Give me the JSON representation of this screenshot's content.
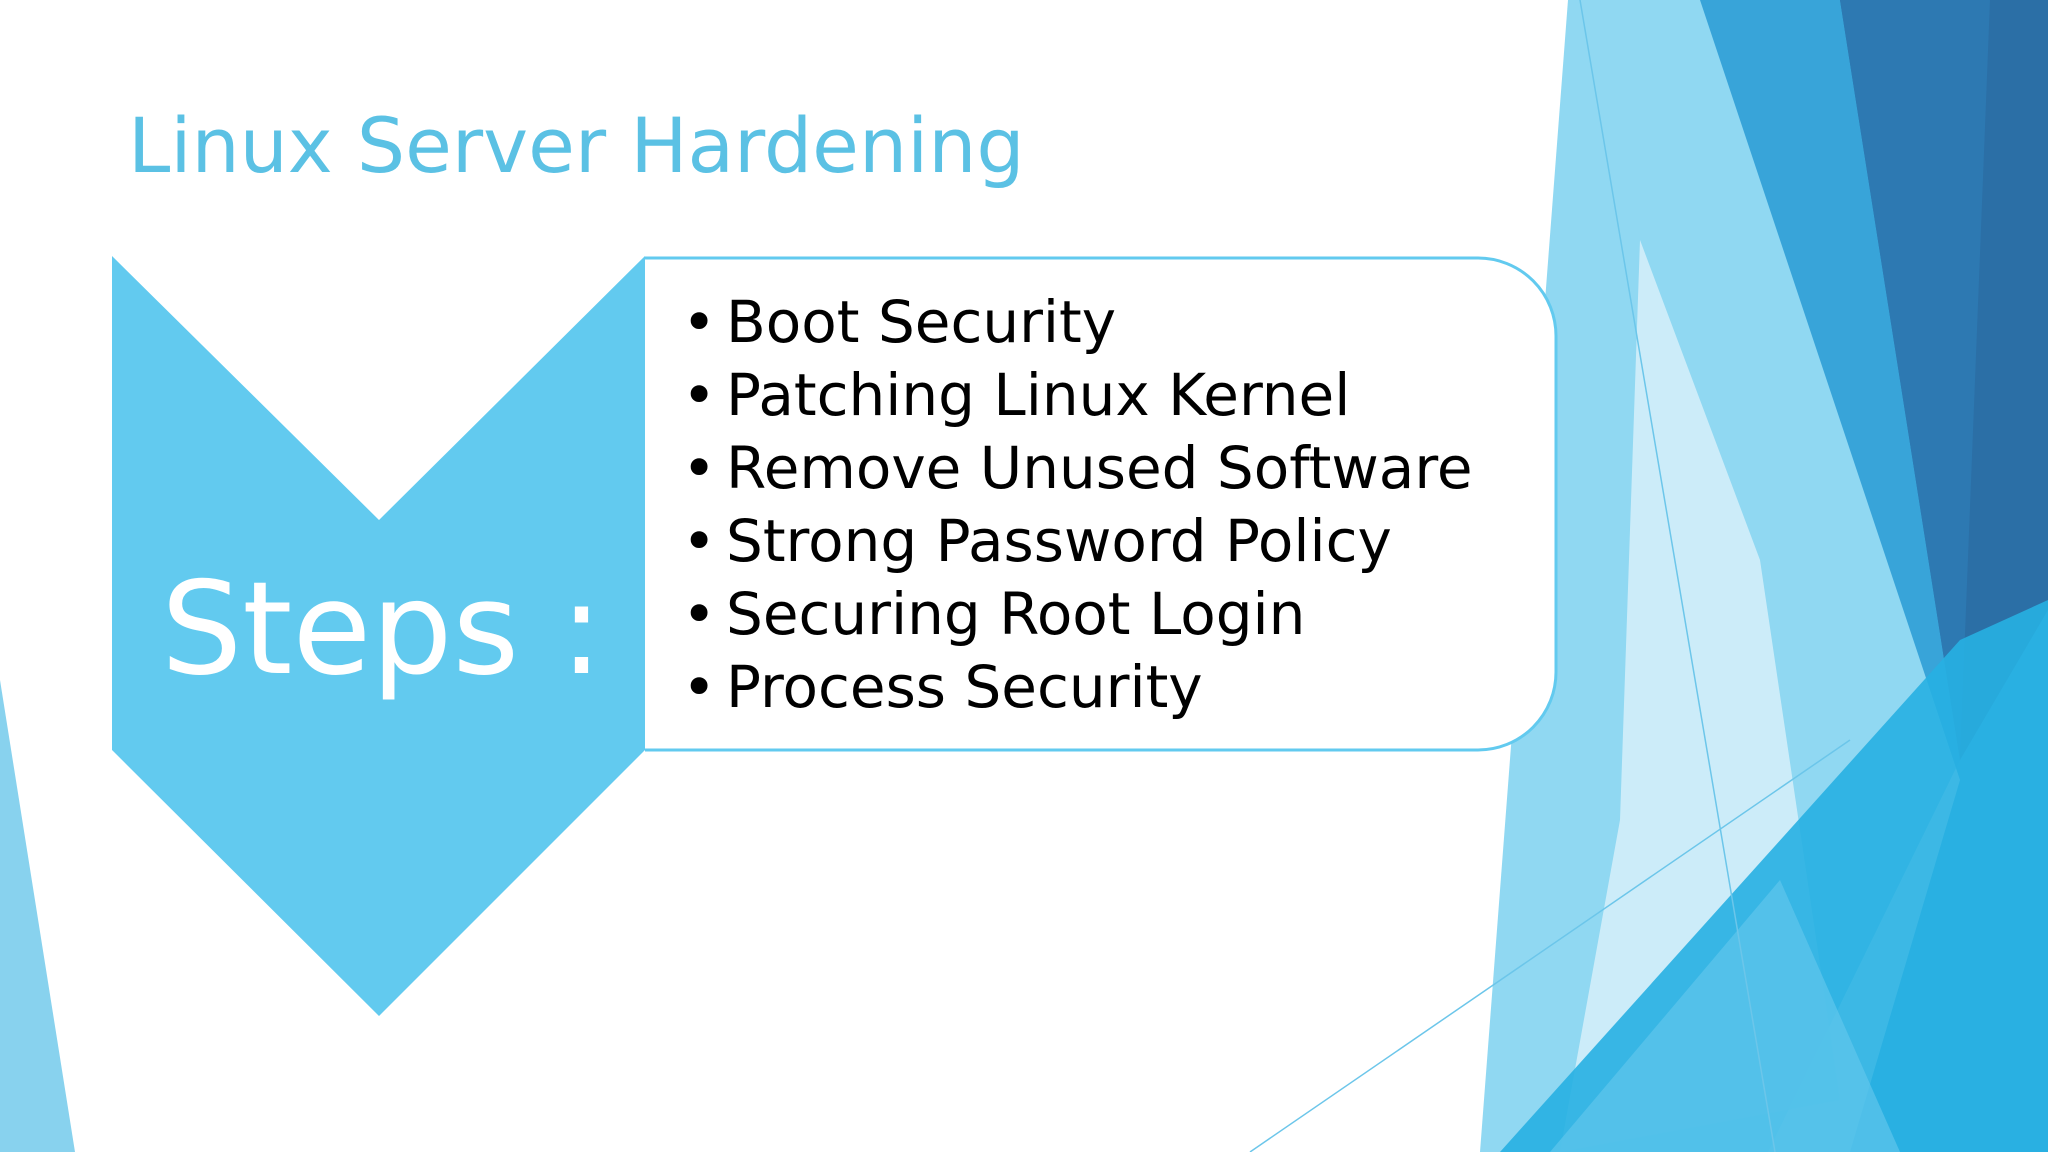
{
  "slide": {
    "title": "Linux Server Hardening",
    "label": "Steps :",
    "bullet_char": "•",
    "steps": [
      "Boot Security",
      "Patching Linux Kernel",
      "Remove Unused Software",
      "Strong Password Policy",
      "Securing Root Login",
      "Process Security"
    ]
  },
  "theme": {
    "accent": "#5bc1e4",
    "chevron_fill": "#62caef",
    "box_border": "#62caef",
    "text": "#000000"
  }
}
